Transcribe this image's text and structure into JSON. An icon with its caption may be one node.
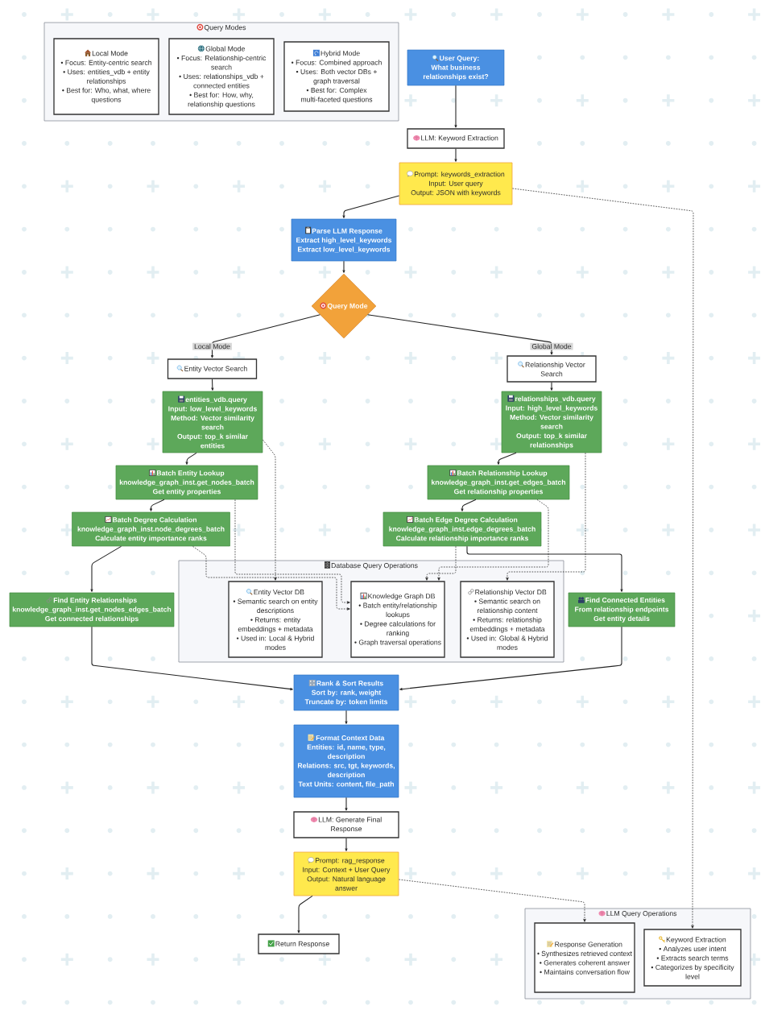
{
  "diagram": {
    "nodes": [
      {
        "text": [
          "Query Modes"
        ]
      },
      {
        "text": [
          "Local Mode",
          "• Focus: Entity-centric search",
          "• Uses: entities_vdb + entity relationships",
          "• Best for: Who, what, where questions"
        ],
        "in": 0
      },
      {
        "text": [
          "Global Mode",
          "• Focus: Relationship-centric search",
          "• Uses: relationships_vdb + connected entities",
          "• Best for: How, why, relationship questions"
        ],
        "in": 0
      },
      {
        "text": [
          "Hybrid Mode",
          "• Focus: Combined approach",
          "• Uses: Both vector DBs + graph traversal",
          "• Best for: Complex multi-faceted questions"
        ],
        "in": 0
      },
      {
        "text": [
          "User Query:",
          "What business relationships exist?"
        ]
      },
      {
        "text": [
          "LLM: Keyword Extraction"
        ]
      },
      {
        "text": [
          "Prompt: keywords_extraction",
          "Input: User query",
          "Output: JSON with keywords"
        ]
      },
      {
        "text": [
          "Parse LLM Response",
          "Extract high_level_keywords",
          "Extract low_level_keywords"
        ]
      },
      {
        "text": [
          "Query Mode"
        ]
      },
      {
        "text": [
          "Entity Vector Search"
        ]
      },
      {
        "text": [
          "Relationship Vector Search"
        ]
      },
      {
        "text": [
          "entities_vdb.query",
          "Input: low_level_keywords",
          "Method: Vector similarity search",
          "Output: top_k similar entities"
        ]
      },
      {
        "text": [
          "relationships_vdb.query",
          "Input: high_level_keywords",
          "Method: Vector similarity search",
          "Output: top_k similar relationships"
        ]
      },
      {
        "text": [
          "Batch Entity Lookup",
          "knowledge_graph_inst.get_nodes_batch",
          "Get entity properties"
        ]
      },
      {
        "text": [
          "Batch Relationship Lookup",
          "knowledge_graph_inst.get_edges_batch",
          "Get relationship properties"
        ]
      },
      {
        "text": [
          "Batch Degree Calculation",
          "knowledge_graph_inst.node_degrees_batch",
          "Calculate entity importance ranks"
        ]
      },
      {
        "text": [
          "Batch Edge Degree Calculation",
          "knowledge_graph_inst.edge_degrees_batch",
          "Calculate relationship importance ranks"
        ]
      },
      {
        "text": [
          "Database Query Operations"
        ]
      },
      {
        "text": [
          "Entity Vector DB",
          "• Semantic search on entity descriptions",
          "• Returns: entity embeddings + metadata",
          "• Used in: Local & Hybrid modes"
        ],
        "in": 17
      },
      {
        "text": [
          "Knowledge Graph DB",
          "• Batch entity/relationship lookups",
          "• Degree calculations for ranking",
          "• Graph traversal operations"
        ],
        "in": 17
      },
      {
        "text": [
          "Relationship Vector DB",
          "• Semantic search on relationship content",
          "• Returns: relationship embeddings + metadata",
          "• Used in: Global & Hybrid modes"
        ],
        "in": 17
      },
      {
        "text": [
          "Find Entity Relationships",
          "knowledge_graph_inst.get_nodes_edges_batch",
          "Get connected relationships"
        ]
      },
      {
        "text": [
          "Find Connected Entities",
          "From relationship endpoints",
          "Get entity details"
        ]
      },
      {
        "text": [
          "Rank & Sort Results",
          "Sort by: rank, weight",
          "Truncate by: token limits"
        ]
      },
      {
        "text": [
          "Format Context Data",
          "Entities: id, name, type, description",
          "Relations: src, tgt, keywords, description",
          "Text Units: content, file_path"
        ]
      },
      {
        "text": [
          "LLM: Generate Final Response"
        ]
      },
      {
        "text": [
          "Prompt: rag_response",
          "Input: Context + User Query",
          "Output: Natural language answer"
        ]
      },
      {
        "text": [
          "Return Response"
        ]
      },
      {
        "text": [
          "LLM Query Operations"
        ]
      },
      {
        "text": [
          "Response Generation",
          "• Synthesizes retrieved context",
          "• Generates coherent answer",
          "• Maintains conversation flow"
        ],
        "in": 28
      },
      {
        "text": [
          "Keyword Extraction",
          "• Analyzes user intent",
          "• Extracts search terms",
          "• Categorizes by specificity level"
        ],
        "in": 28
      }
    ],
    "edges": [
      {
        "from": 4,
        "to": 5,
        "arrow": "to"
      },
      {
        "from": 5,
        "to": 6,
        "arrow": "to"
      },
      {
        "from": 6,
        "to": 7,
        "arrow": "to"
      },
      {
        "from": 7,
        "to": 8,
        "arrow": "to"
      },
      {
        "from": 8,
        "to": 9,
        "arrow": "to",
        "label": "Local Mode"
      },
      {
        "from": 8,
        "to": 10,
        "arrow": "to",
        "label": "Global Mode"
      },
      {
        "from": 9,
        "to": 11,
        "arrow": "to"
      },
      {
        "from": 10,
        "to": 12,
        "arrow": "to"
      },
      {
        "from": 11,
        "to": 13,
        "arrow": "to"
      },
      {
        "from": 13,
        "to": 15,
        "arrow": "to"
      },
      {
        "from": 15,
        "to": 21,
        "arrow": "to"
      },
      {
        "from": 12,
        "to": 14,
        "arrow": "to"
      },
      {
        "from": 14,
        "to": 16,
        "arrow": "to"
      },
      {
        "from": 16,
        "to": 22,
        "arrow": "to"
      },
      {
        "from": 21,
        "to": 23,
        "arrow": "to"
      },
      {
        "from": 22,
        "to": 23,
        "arrow": "to"
      },
      {
        "from": 23,
        "to": 24,
        "arrow": "to"
      },
      {
        "from": 24,
        "to": 25,
        "arrow": "to"
      },
      {
        "from": 25,
        "to": 26,
        "arrow": "to"
      },
      {
        "from": 26,
        "to": 27,
        "arrow": "to"
      },
      {
        "from": 6,
        "to": 30,
        "arrow": "to",
        "style": "dashed"
      },
      {
        "from": 26,
        "to": 29,
        "arrow": "to",
        "style": "dashed"
      },
      {
        "from": 11,
        "to": 18,
        "arrow": "to",
        "style": "dashed"
      },
      {
        "from": 13,
        "to": 19,
        "arrow": "to",
        "style": "dashed"
      },
      {
        "from": 15,
        "to": 19,
        "arrow": "to",
        "style": "dashed"
      },
      {
        "from": 12,
        "to": 20,
        "arrow": "to",
        "style": "dashed"
      },
      {
        "from": 14,
        "to": 19,
        "arrow": "to",
        "style": "dashed"
      },
      {
        "from": 16,
        "to": 19,
        "arrow": "to",
        "style": "dashed"
      }
    ]
  }
}
